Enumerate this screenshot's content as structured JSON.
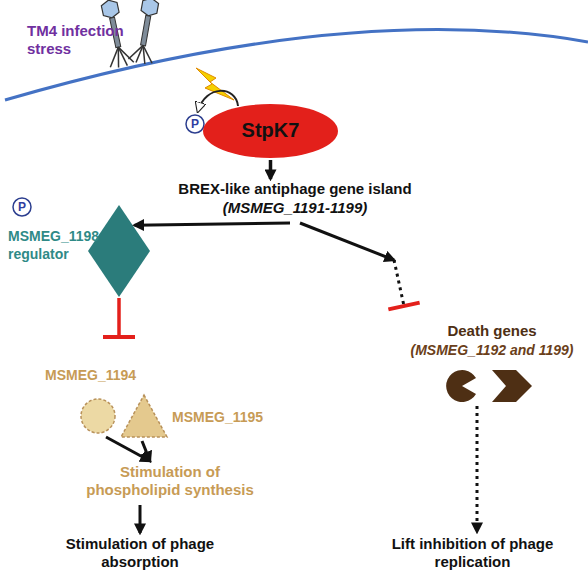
{
  "diagram": {
    "nodes": [
      {
        "text": [
          "StpK7"
        ]
      },
      {
        "text": [
          "BREX-like antiphage gene island",
          "(MSMEG_1191-1199)"
        ]
      },
      {
        "text": [
          "MSMEG_1198 regulator"
        ]
      },
      {
        "text": [
          "MSMEG_1194"
        ]
      },
      {
        "text": [
          "MSMEG_1195"
        ]
      },
      {
        "text": [
          "Stimulation of phospholipid synthesis"
        ]
      },
      {
        "text": [
          "Stimulation of phage absorption"
        ]
      },
      {
        "text": [
          "Death genes",
          "(MSMEG_1192 and 1199)"
        ]
      },
      {
        "text": [
          "Lift inhibition of phage replication"
        ]
      }
    ],
    "edges": [
      {
        "from": 0,
        "to": 1,
        "arrow": "to"
      },
      {
        "from": 1,
        "to": 2,
        "arrow": "to"
      },
      {
        "from": 1,
        "to": 7,
        "arrow": "to"
      },
      {
        "from": 2,
        "to": 3,
        "arrow": "to"
      },
      {
        "from": 2,
        "to": 4,
        "arrow": "to"
      },
      {
        "from": 3,
        "to": 5,
        "arrow": "to"
      },
      {
        "from": 4,
        "to": 5,
        "arrow": "to"
      },
      {
        "from": 5,
        "to": 6,
        "arrow": "to"
      },
      {
        "from": 7,
        "to": 8,
        "arrow": "to"
      }
    ],
    "labels": [
      "TM4 infection stress",
      "P",
      "P"
    ]
  }
}
